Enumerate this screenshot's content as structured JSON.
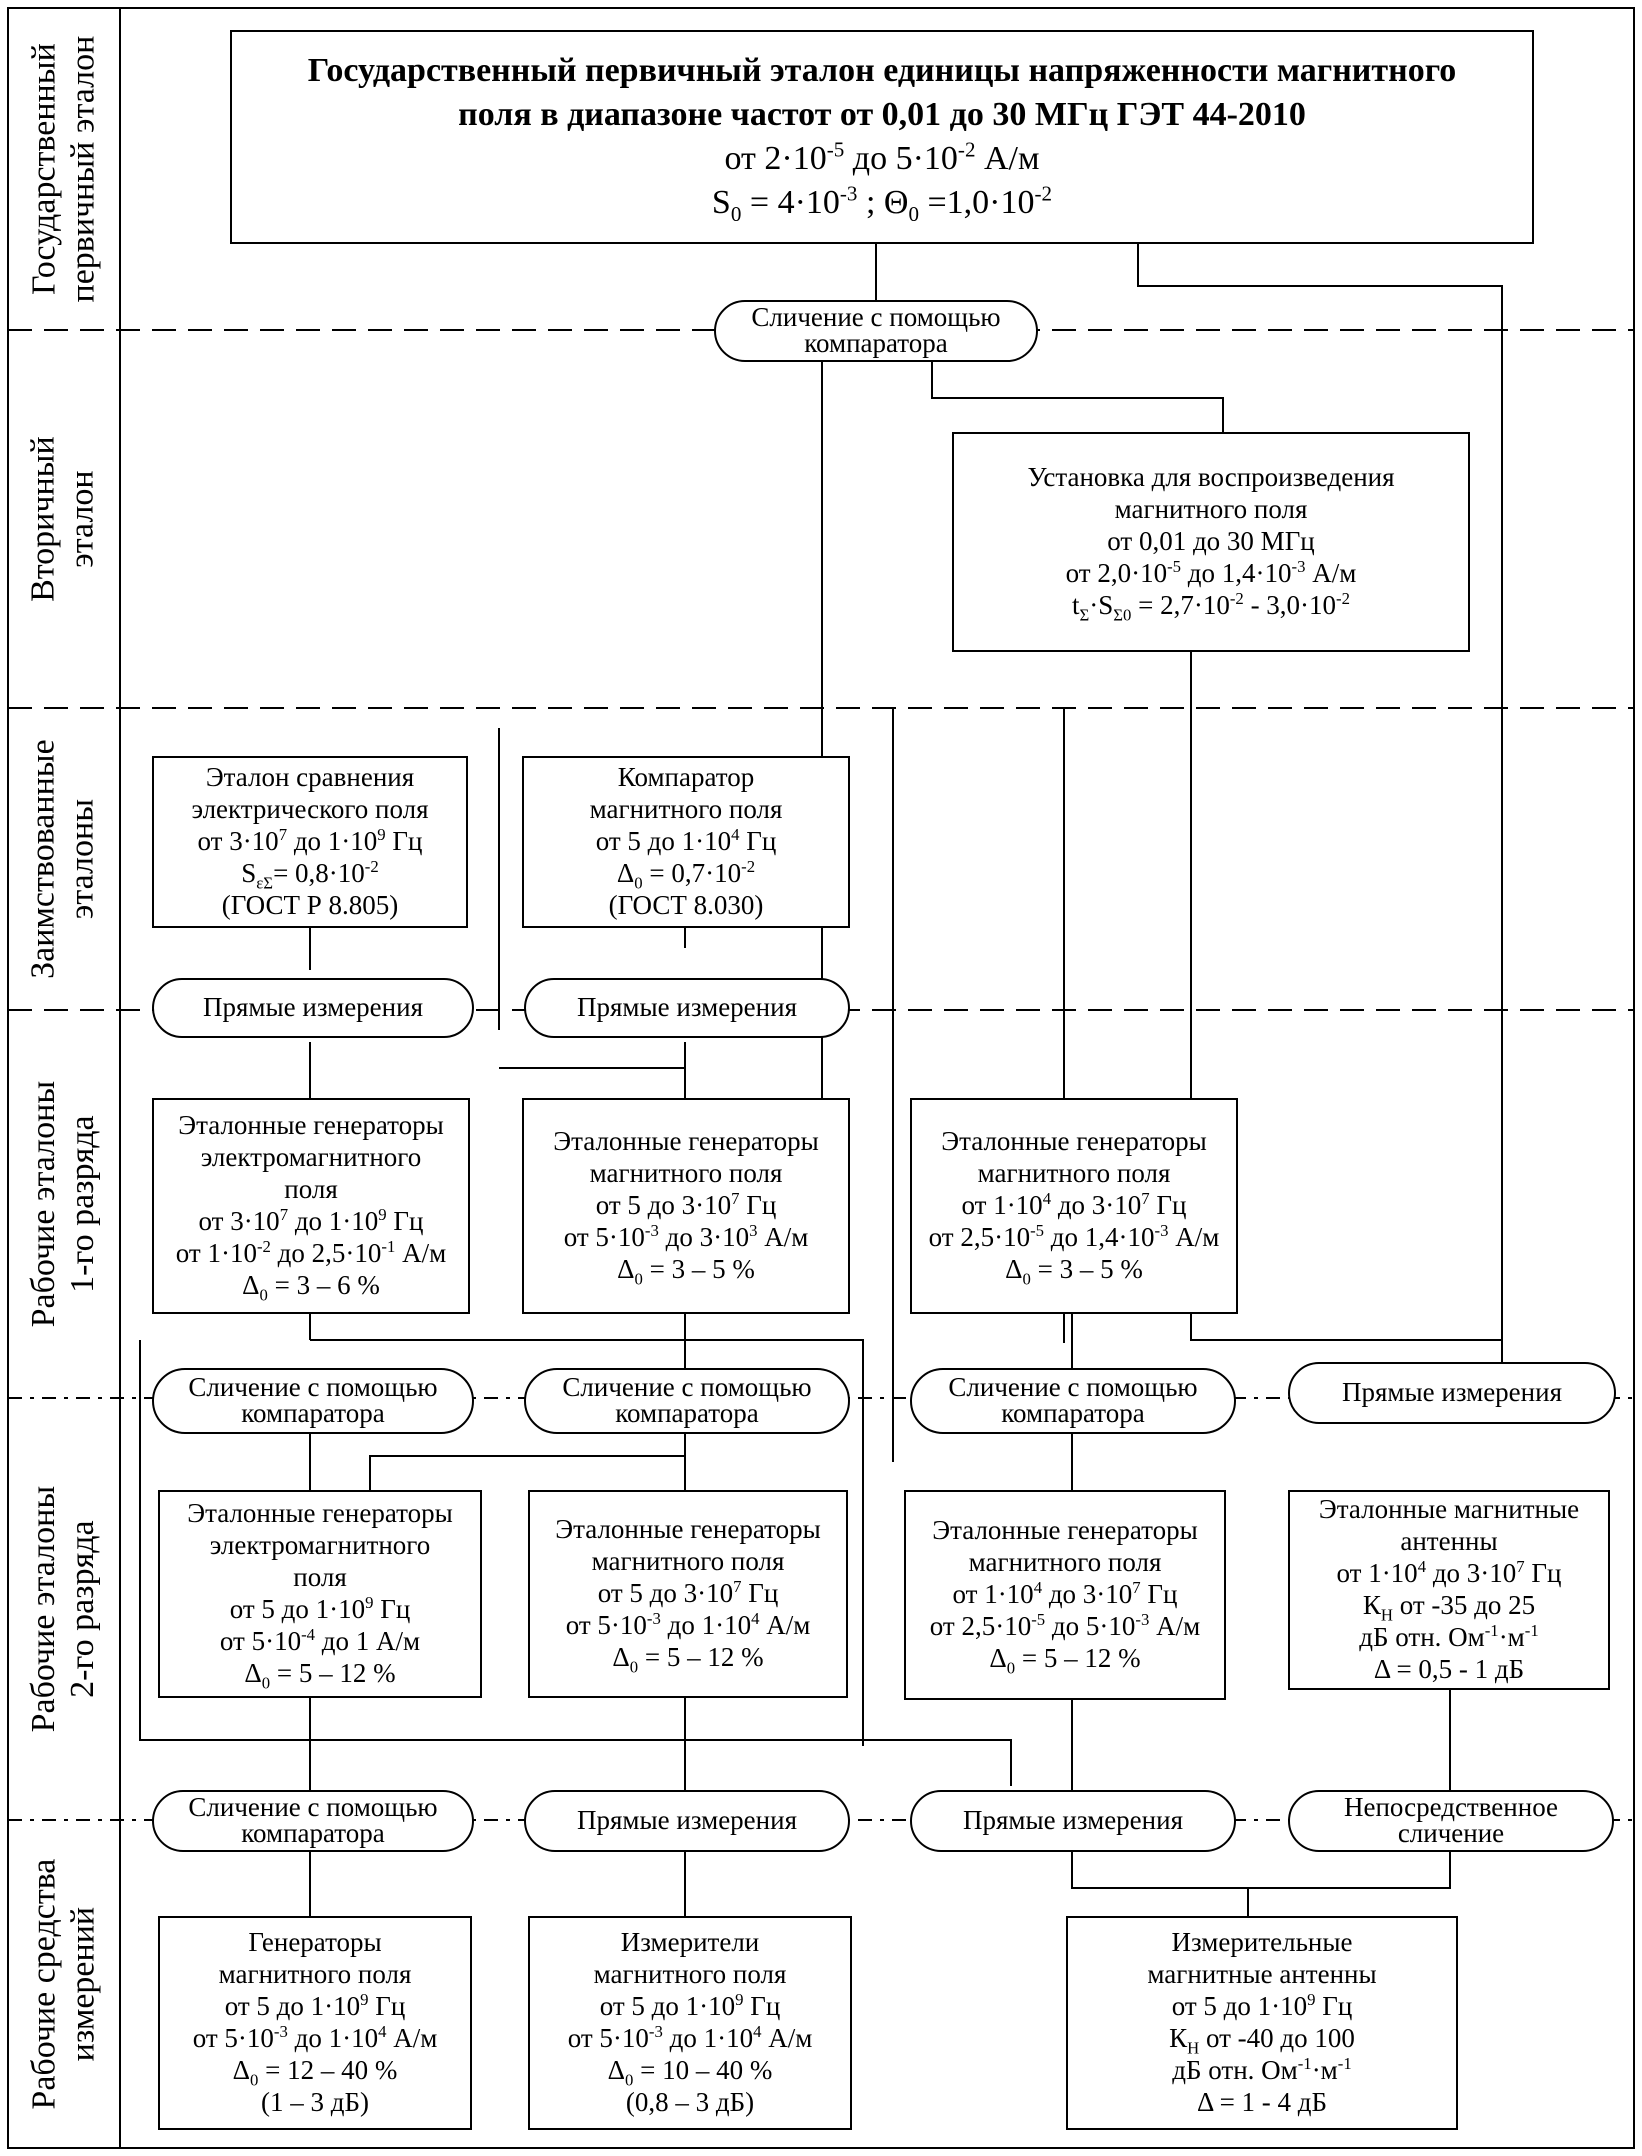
{
  "rows": [
    {
      "lines": [
        "Государственный",
        "первичный эталон"
      ]
    },
    {
      "lines": [
        "Вторичный",
        "эталон"
      ]
    },
    {
      "lines": [
        "Заимствованные",
        "эталоны"
      ]
    },
    {
      "lines": [
        "Рабочие эталоны",
        "1-го разряда"
      ]
    },
    {
      "lines": [
        "Рабочие эталоны",
        "2-го разряда"
      ]
    },
    {
      "lines": [
        "Рабочие средства",
        "измерений"
      ]
    }
  ],
  "primary": {
    "lines": [
      "Государственный первичный эталон единицы напряженности магнитного",
      "поля в диапазоне частот от 0,01 до 30 МГц  ГЭТ 44-2010",
      "от 2·10^-5 до 5·10^-2 А/м",
      "S_0 = 4·10^-3 ; Θ_0 =1,0·10^-2"
    ]
  },
  "secondary": {
    "lines": [
      "Установка для воспроизведения",
      "магнитного поля",
      "от 0,01 до 30 МГц",
      "от 2,0·10^-5 до 1,4·10^-3 А/м",
      "t_Σ·S_Σ0 = 2,7·10^-2 -  3,0·10^-2"
    ]
  },
  "borrowed": [
    {
      "lines": [
        "Эталон сравнения",
        "электрического поля",
        "от 3·10^7 до 1·10^9 Гц",
        "S_εΣ= 0,8·10^-2",
        "(ГОСТ Р 8.805)"
      ]
    },
    {
      "lines": [
        "Компаратор",
        "магнитного  поля",
        "от 5 до 1·10^4 Гц",
        "Δ_0 =  0,7·10^-2",
        "(ГОСТ 8.030)"
      ]
    }
  ],
  "first_grade": [
    {
      "lines": [
        "Эталонные генераторы",
        "электромагнитного",
        "поля",
        "от 3·10^7 до 1·10^9 Гц",
        "от 1·10^-2 до 2,5·10^-1 А/м",
        "Δ_0 = 3 – 6 %"
      ]
    },
    {
      "lines": [
        "Эталонные генераторы",
        "магнитного поля",
        "от 5 до 3·10^7 Гц",
        "от 5·10^-3 до 3·10^3 А/м",
        "Δ_0 = 3 – 5 %"
      ]
    },
    {
      "lines": [
        "Эталонные генераторы",
        "магнитного поля",
        "от 1·10^4 до 3·10^7 Гц",
        "от 2,5·10^-5 до 1,4·10^-3 А/м",
        "Δ_0 = 3 – 5 %"
      ]
    }
  ],
  "second_grade": [
    {
      "lines": [
        "Эталонные генераторы",
        "электромагнитного",
        "поля",
        "от 5 до 1·10^9 Гц",
        "от 5·10^-4 до 1 А/м",
        "Δ_0 = 5 – 12 %"
      ]
    },
    {
      "lines": [
        "Эталонные генераторы",
        "магнитного поля",
        "от 5 до 3·10^7 Гц",
        "от 5·10^-3 до 1·10^4 А/м",
        "Δ_0 = 5 – 12 %"
      ]
    },
    {
      "lines": [
        "Эталонные генераторы",
        "магнитного поля",
        "от 1·10^4 до 3·10^7 Гц",
        "от 2,5·10^-5 до 5·10^-3 А/м",
        "Δ_0 =  5 – 12 %"
      ]
    },
    {
      "lines": [
        "Эталонные магнитные",
        "антенны",
        "от 1·10^4 до 3·10^7 Гц",
        "К_Н от -35 до 25",
        "дБ отн. Ом^-1·м^-1",
        "Δ =  0,5  - 1 дБ"
      ]
    }
  ],
  "working": [
    {
      "lines": [
        "Генераторы",
        "магнитного поля",
        "от 5 до 1·10^9 Гц",
        "от  5·10^-3 до 1·10^4  А/м",
        "Δ_0 = 12 – 40  %",
        "(1 – 3 дБ)"
      ]
    },
    {
      "lines": [
        "Измерители",
        "магнитного поля",
        "от 5 до 1·10^9 Гц",
        "от  5·10^-3 до 1·10^4  А/м",
        "Δ_0 = 10 – 40  %",
        "(0,8 – 3 дБ)"
      ]
    },
    {
      "lines": [
        "Измерительные",
        "магнитные антенны",
        "от 5 до 1·10^9 Гц",
        "К_Н от -40 до 100",
        "дБ отн. Ом^-1·м^-1",
        "Δ = 1  - 4 дБ"
      ]
    }
  ],
  "methods": {
    "m1": [
      "Сличение с помощью",
      "компаратора"
    ],
    "m2a": [
      "Прямые измерения"
    ],
    "m2b": [
      "Прямые измерения"
    ],
    "m3a": [
      "Сличение с помощью",
      "компаратора"
    ],
    "m3b": [
      "Сличение с помощью",
      "компаратора"
    ],
    "m3c": [
      "Сличение с помощью",
      "компаратора"
    ],
    "m3d": [
      "Прямые измерения"
    ],
    "m4a": [
      "Сличение с помощью",
      "компаратора"
    ],
    "m4b": [
      "Прямые измерения"
    ],
    "m4c": [
      "Прямые измерения"
    ],
    "m4d": [
      "Непосредственное",
      "сличение"
    ]
  }
}
